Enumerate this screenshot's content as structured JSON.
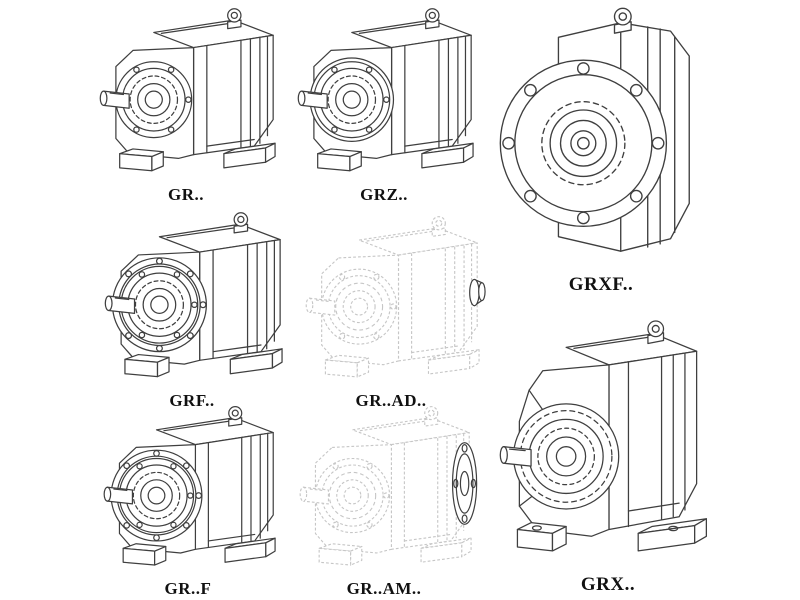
{
  "page": {
    "background_color": "#ffffff",
    "drawing_line_color": "#3f3f3f",
    "phantom_line_color": "#c6c6c6",
    "label_text_color": "#111111"
  },
  "items": [
    {
      "label": "GR.."
    },
    {
      "label": "GRZ.."
    },
    {
      "label": "GRXF.."
    },
    {
      "label": "GRF.."
    },
    {
      "label": "GR..AD.."
    },
    {
      "label": "GR..F"
    },
    {
      "label": "GR..AM.."
    },
    {
      "label": "GRX.."
    }
  ]
}
